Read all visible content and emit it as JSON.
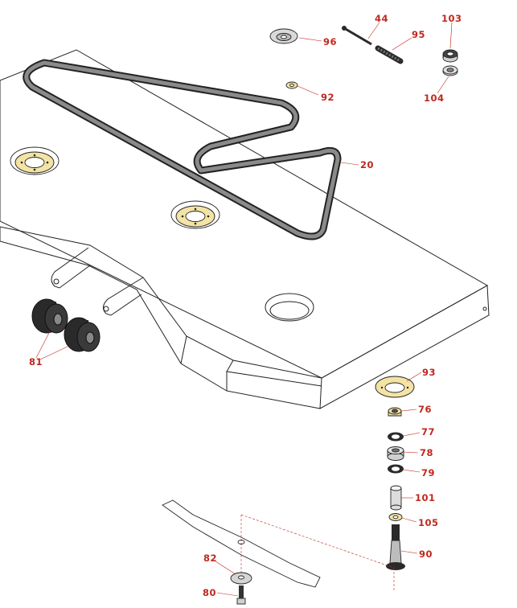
{
  "colors": {
    "callout": "#c0281d",
    "line": "#222222",
    "bearing_yellow": "#f3e3a4",
    "belt": "#555555",
    "part_grey": "#cfcfcf",
    "dark": "#2a2a2a"
  },
  "parts": [
    {
      "id": "p44",
      "label": "44",
      "icon": "spring-rod-icon"
    },
    {
      "id": "p95",
      "label": "95",
      "icon": "spring-icon"
    },
    {
      "id": "p103",
      "label": "103",
      "icon": "bearing-icon"
    },
    {
      "id": "p104",
      "label": "104",
      "icon": "bearing-icon"
    },
    {
      "id": "p96",
      "label": "96",
      "icon": "cup-washer-icon"
    },
    {
      "id": "p92",
      "label": "92",
      "icon": "washer-icon"
    },
    {
      "id": "p20",
      "label": "20",
      "icon": "belt-icon"
    },
    {
      "id": "p81",
      "label": "81",
      "icon": "roller-icon"
    },
    {
      "id": "p93",
      "label": "93",
      "icon": "bearing-housing-icon"
    },
    {
      "id": "p76",
      "label": "76",
      "icon": "nut-icon"
    },
    {
      "id": "p77",
      "label": "77",
      "icon": "seal-icon"
    },
    {
      "id": "p78",
      "label": "78",
      "icon": "bearing-icon"
    },
    {
      "id": "p79",
      "label": "79",
      "icon": "seal-icon"
    },
    {
      "id": "p101",
      "label": "101",
      "icon": "spacer-icon"
    },
    {
      "id": "p105",
      "label": "105",
      "icon": "washer-icon"
    },
    {
      "id": "p90",
      "label": "90",
      "icon": "spindle-shaft-icon"
    },
    {
      "id": "p82",
      "label": "82",
      "icon": "blade-washer-icon"
    },
    {
      "id": "p80",
      "label": "80",
      "icon": "bolt-icon"
    }
  ]
}
